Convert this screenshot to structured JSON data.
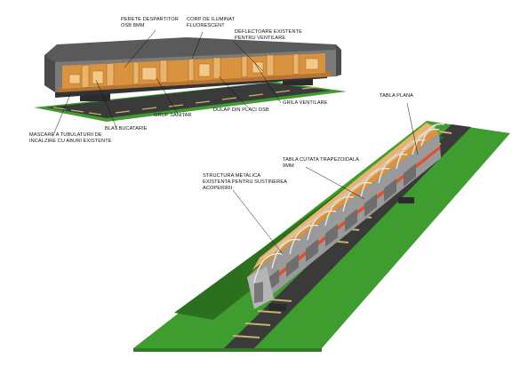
{
  "labels": {
    "perete": [
      "PERETE DESPARTITOR",
      "OSB 8mm"
    ],
    "corp": [
      "CORP DE ILUMINAT",
      "FLUORESCENT"
    ],
    "deflectoare": [
      "DEFLECTOARE EXISTENTE",
      "PENTRU VENTILARE"
    ],
    "grila": [
      "GRILA VENTILARE"
    ],
    "dulap": [
      "DULAP DIN PLACI OSB"
    ],
    "grup": [
      "GRUP SANITAR"
    ],
    "blat": [
      "BLAT BUCATARIE"
    ],
    "mascare": [
      "MASCARE A TUBULATURII DE",
      "INCALZIRE CU ABURI EXISTENTE"
    ],
    "tabla_plana": [
      "TABLA PLANA"
    ],
    "tabla_cutata": [
      "TABLA CUTATA TRAPEZOIDALA",
      "9mm"
    ],
    "structura": [
      "STRUCTURA METALICA",
      "EXISTENTA PENTRU SUSTINEREA",
      "ACOPERIRII"
    ]
  },
  "colors": {
    "grass": "#3f9d2f",
    "grass_dark": "#2f7d22",
    "rail_bed": "#3a3a3a",
    "sleeper": "#c9b26a",
    "wood": "#d9923e",
    "wood_light": "#e8b46c",
    "car_body": "#9a9a9a",
    "stripe": "#e0502b",
    "roof_frame": "#cfcfcf"
  }
}
